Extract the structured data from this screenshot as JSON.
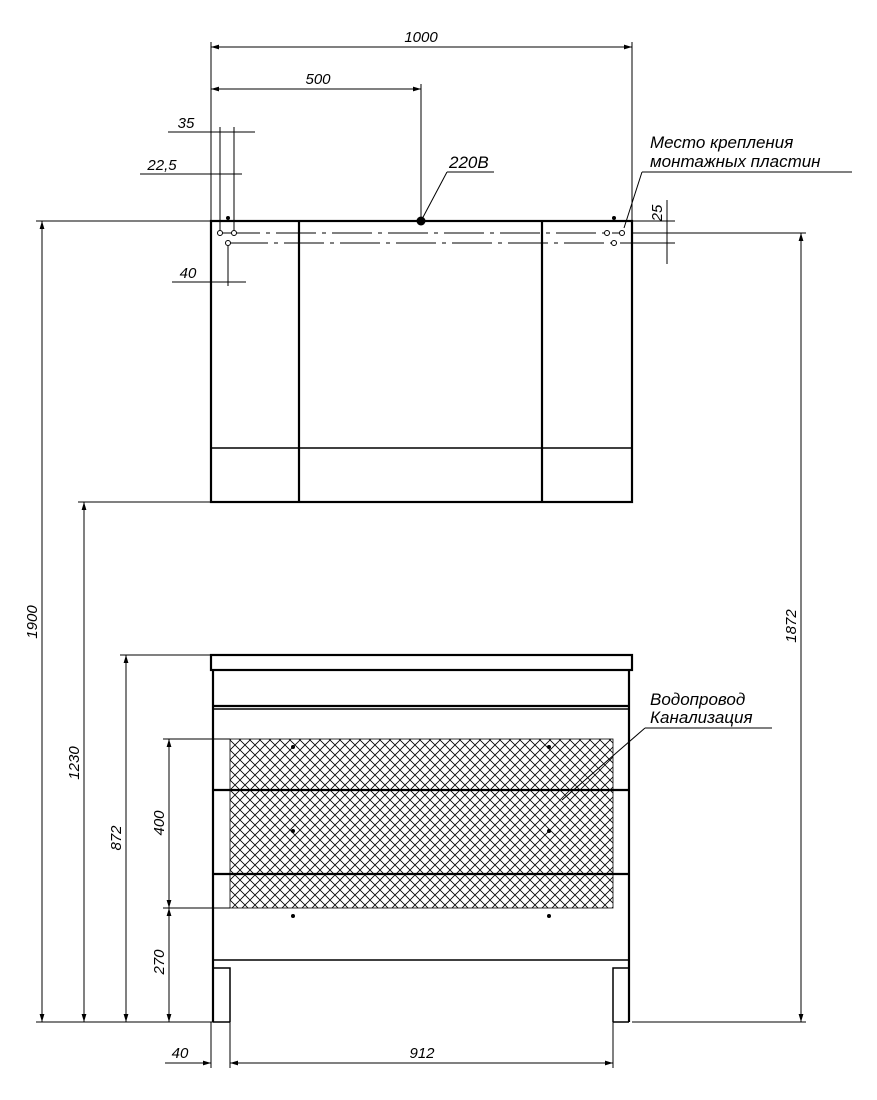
{
  "dimensions": {
    "mirror_width": "1000",
    "mirror_half": "500",
    "offset_35": "35",
    "offset_22_5": "22,5",
    "offset_40_top": "40",
    "offset_25": "25",
    "total_height": "1900",
    "height_1230": "1230",
    "height_1872": "1872",
    "height_872": "872",
    "height_400": "400",
    "height_270": "270",
    "bottom_40": "40",
    "bottom_912": "912"
  },
  "labels": {
    "power": "220В",
    "mount_line1": "Место крепления",
    "mount_line2": "монтажных пластин",
    "plumbing_line1": "Водопровод",
    "plumbing_line2": "Канализация"
  }
}
